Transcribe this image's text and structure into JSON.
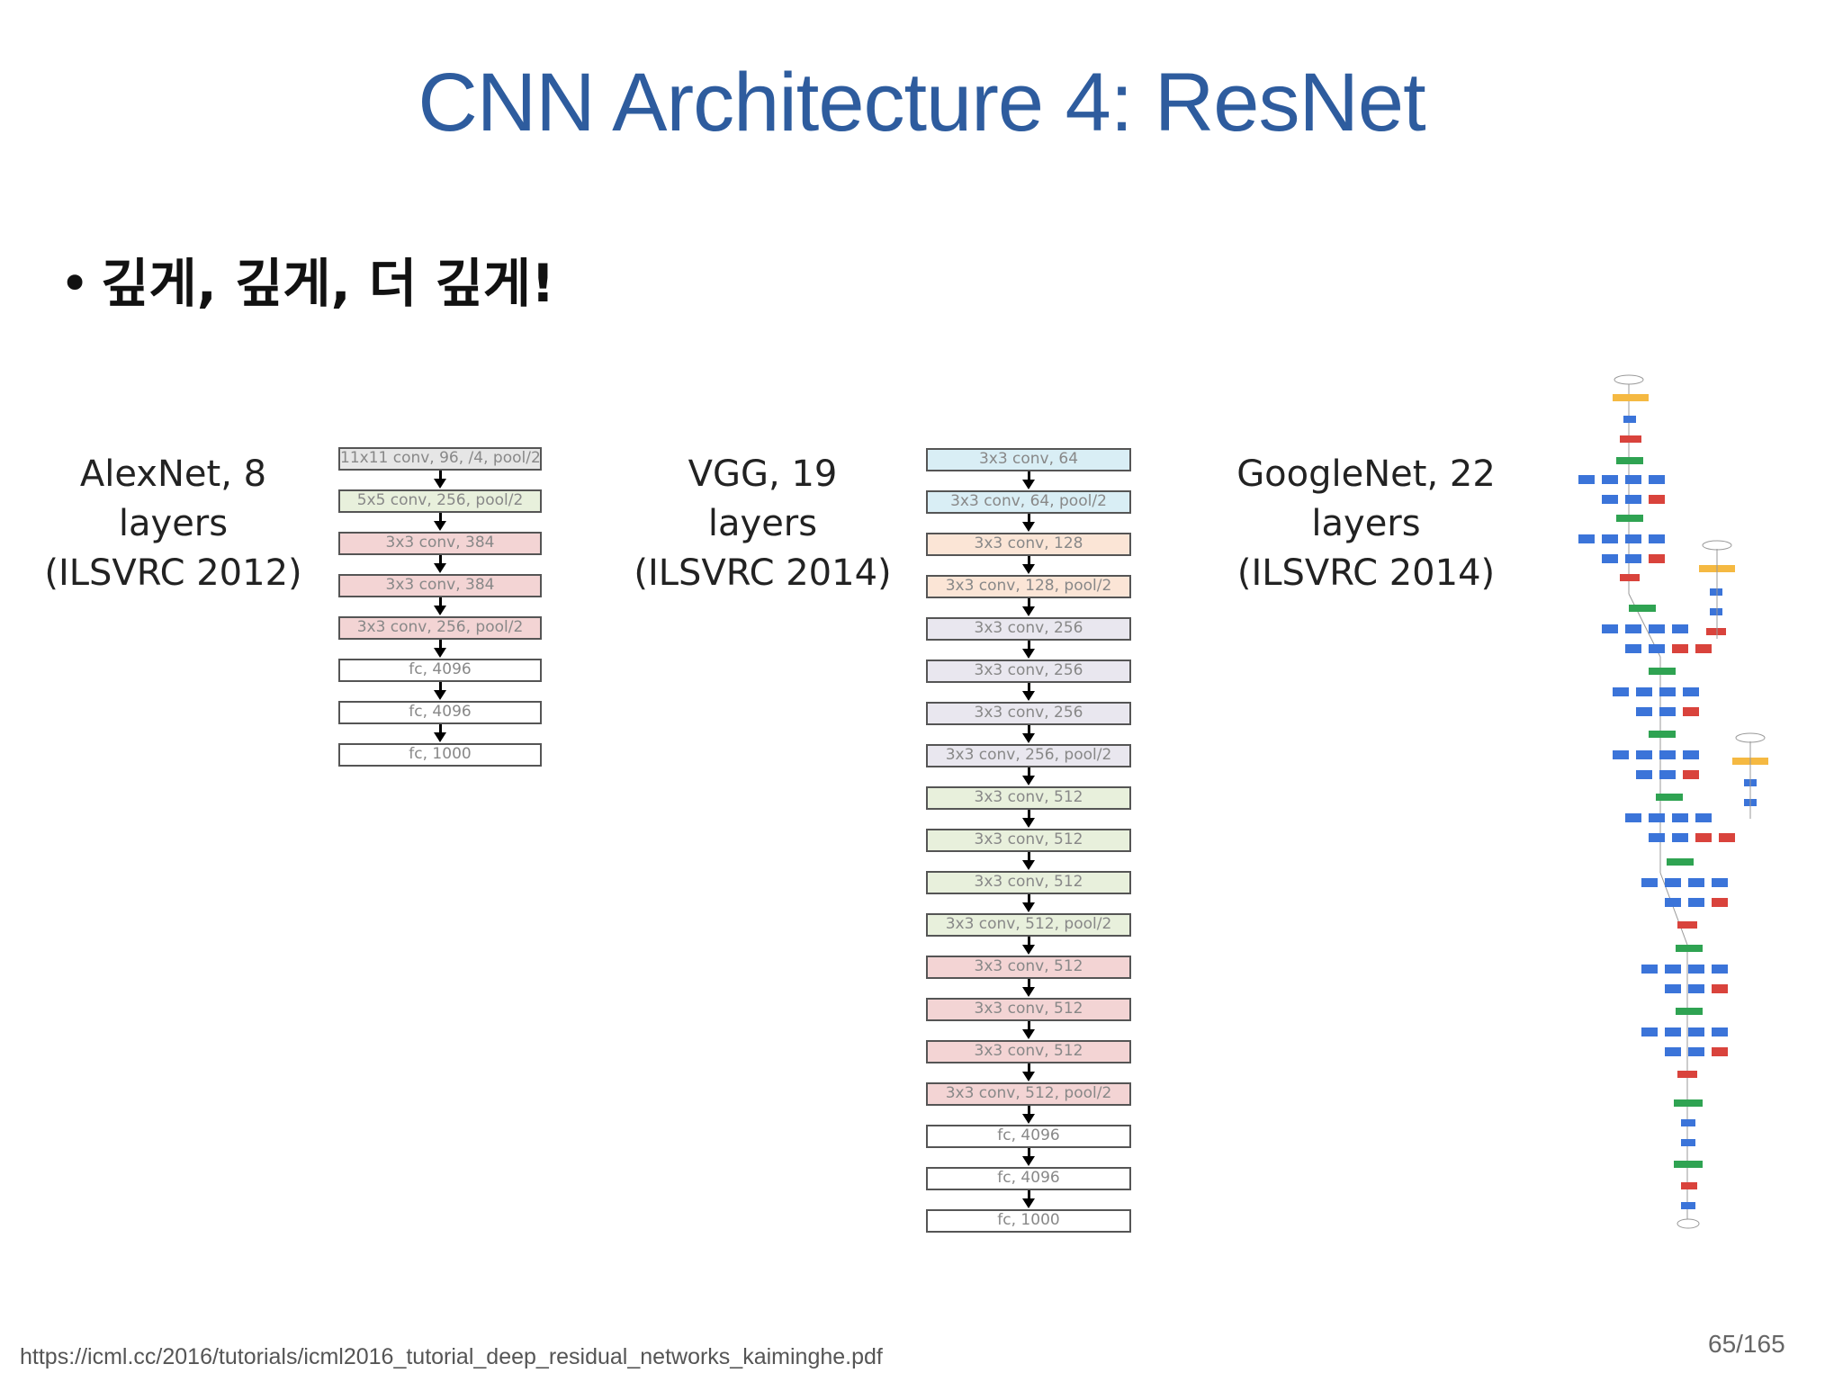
{
  "slide": {
    "title": "CNN Architecture 4: ResNet",
    "bullet": "깊게, 깊게, 더 깊게!",
    "footer_url": "https://icml.cc/2016/tutorials/icml2016_tutorial_deep_residual_networks_kaiminghe.pdf",
    "page_number": "65/165"
  },
  "networks": [
    {
      "name": "AlexNet, 8 layers",
      "competition": "(ILSVRC 2012)",
      "layers": [
        {
          "label": "11x11 conv, 96, /4, pool/2",
          "color": "#e6e6e6"
        },
        {
          "label": "5x5 conv, 256, pool/2",
          "color": "#e8f0dc"
        },
        {
          "label": "3x3 conv, 384",
          "color": "#f3d4d4"
        },
        {
          "label": "3x3 conv, 384",
          "color": "#f3d4d4"
        },
        {
          "label": "3x3 conv, 256, pool/2",
          "color": "#f3d4d4"
        },
        {
          "label": "fc, 4096",
          "color": "#ffffff"
        },
        {
          "label": "fc, 4096",
          "color": "#ffffff"
        },
        {
          "label": "fc, 1000",
          "color": "#ffffff"
        }
      ]
    },
    {
      "name": "VGG, 19 layers",
      "competition": "(ILSVRC 2014)",
      "layers": [
        {
          "label": "3x3 conv, 64",
          "color": "#d9eef5"
        },
        {
          "label": "3x3 conv, 64, pool/2",
          "color": "#d9eef5"
        },
        {
          "label": "3x3 conv, 128",
          "color": "#fbe5d6"
        },
        {
          "label": "3x3 conv, 128, pool/2",
          "color": "#fbe5d6"
        },
        {
          "label": "3x3 conv, 256",
          "color": "#e9e7ef"
        },
        {
          "label": "3x3 conv, 256",
          "color": "#e9e7ef"
        },
        {
          "label": "3x3 conv, 256",
          "color": "#e9e7ef"
        },
        {
          "label": "3x3 conv, 256, pool/2",
          "color": "#e9e7ef"
        },
        {
          "label": "3x3 conv, 512",
          "color": "#e8f0dc"
        },
        {
          "label": "3x3 conv, 512",
          "color": "#e8f0dc"
        },
        {
          "label": "3x3 conv, 512",
          "color": "#e8f0dc"
        },
        {
          "label": "3x3 conv, 512, pool/2",
          "color": "#e8f0dc"
        },
        {
          "label": "3x3 conv, 512",
          "color": "#f3d4d4"
        },
        {
          "label": "3x3 conv, 512",
          "color": "#f3d4d4"
        },
        {
          "label": "3x3 conv, 512",
          "color": "#f3d4d4"
        },
        {
          "label": "3x3 conv, 512, pool/2",
          "color": "#f3d4d4"
        },
        {
          "label": "fc, 4096",
          "color": "#ffffff"
        },
        {
          "label": "fc, 4096",
          "color": "#ffffff"
        },
        {
          "label": "fc, 1000",
          "color": "#ffffff"
        }
      ]
    },
    {
      "name": "GoogleNet, 22 layers",
      "competition": "(ILSVRC 2014)"
    }
  ]
}
